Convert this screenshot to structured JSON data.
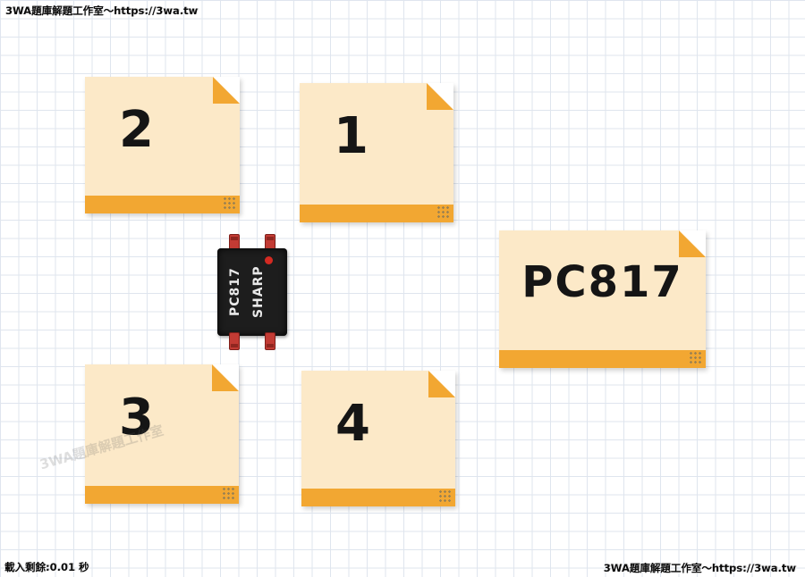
{
  "app": {
    "watermark_top": "3WA題庫解題工作室～https://3wa.tw",
    "watermark_bottom_right": "3WA題庫解題工作室～https://3wa.tw",
    "watermark_diagonal": "3WA題庫解題工作室",
    "loading_status": "載入剩餘:0.01 秒"
  },
  "notes": [
    {
      "label": "2"
    },
    {
      "label": "1"
    },
    {
      "label": "PC817"
    },
    {
      "label": "3"
    },
    {
      "label": "4"
    }
  ],
  "chip": {
    "model": "PC817",
    "brand": "SHARP"
  },
  "colors": {
    "note_body": "#fce9c8",
    "note_accent": "#f2a732",
    "grid_line": "#dfe5ee",
    "chip_body": "#1d1d1d",
    "pin_red": "#c23b34"
  }
}
